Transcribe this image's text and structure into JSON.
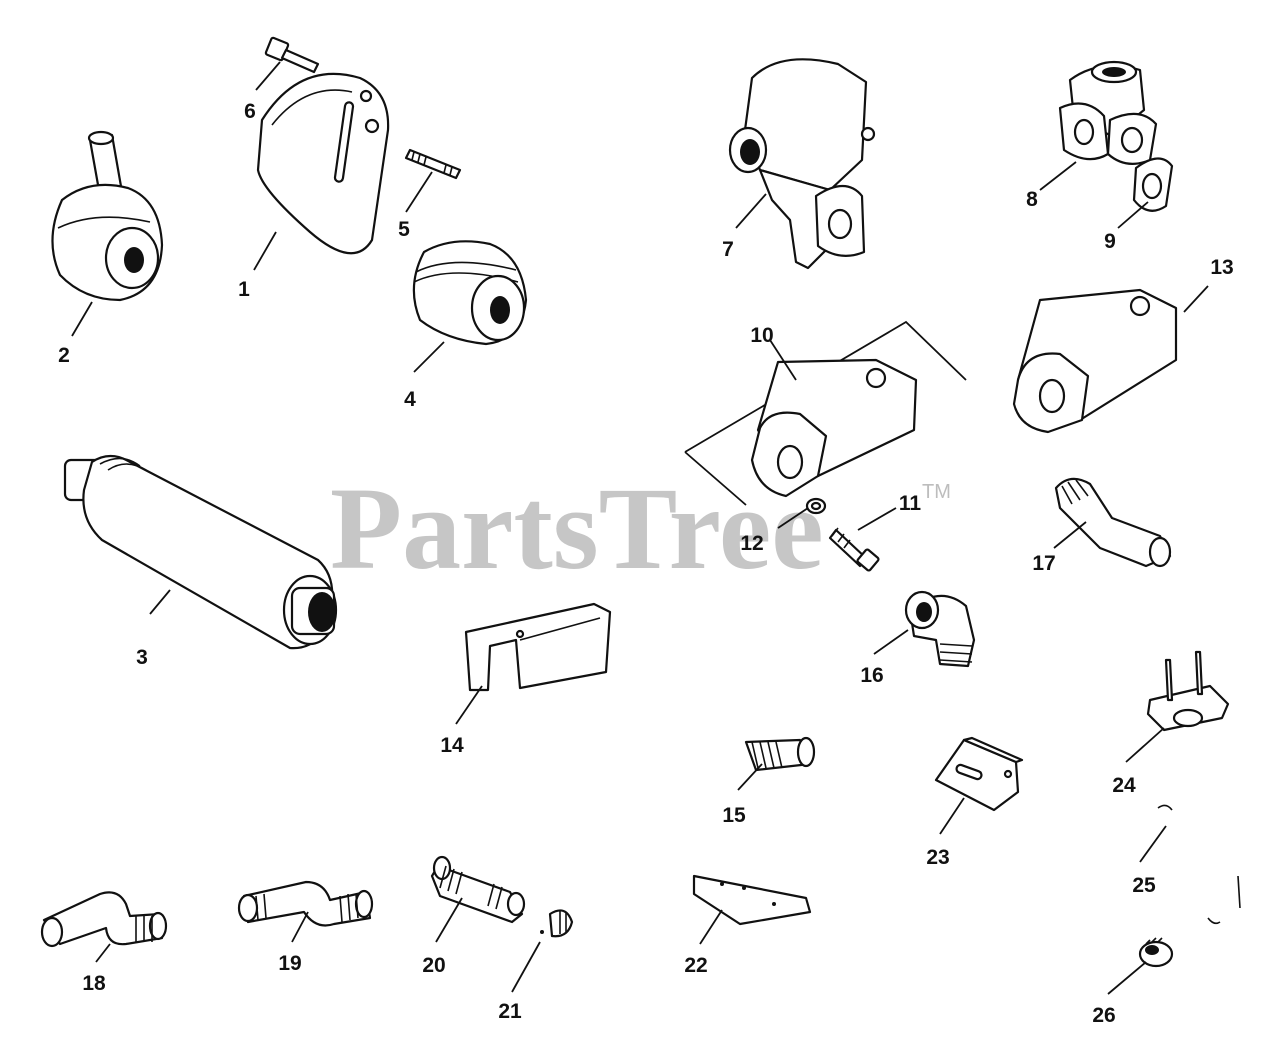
{
  "watermark": {
    "text": "PartsTree",
    "trademark": "TM"
  },
  "callouts": [
    "1",
    "2",
    "3",
    "4",
    "5",
    "6",
    "7",
    "8",
    "9",
    "10",
    "11",
    "12",
    "13",
    "14",
    "15",
    "16",
    "17",
    "18",
    "19",
    "20",
    "21",
    "22",
    "23",
    "24",
    "25",
    "26"
  ],
  "colors": {
    "line": "#111111",
    "watermark": "#bdbdbd",
    "background": "#ffffff"
  }
}
